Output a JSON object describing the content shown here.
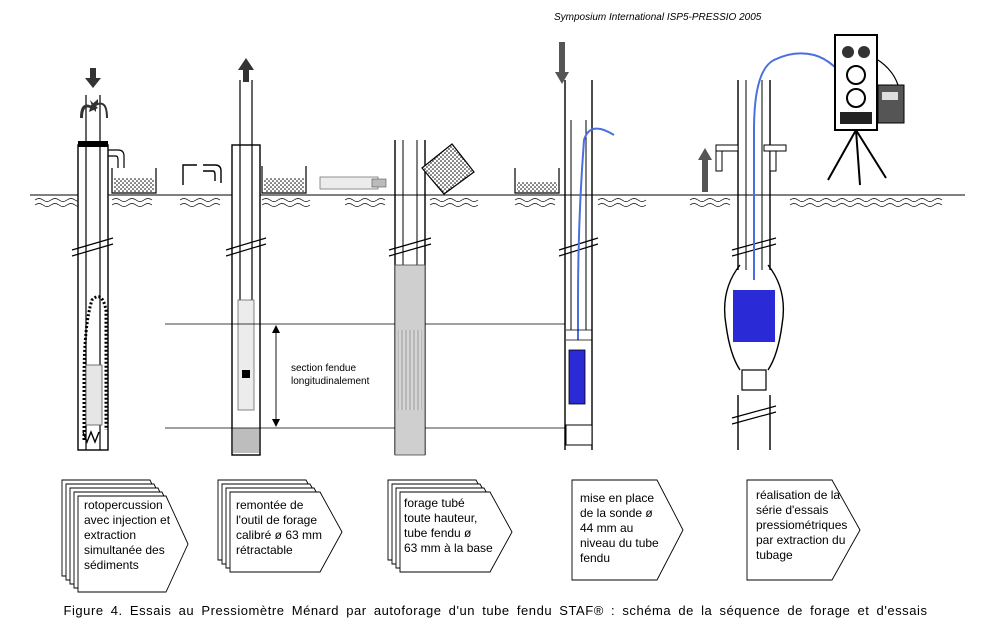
{
  "header": "Symposium International ISP5-PRESSIO 2005",
  "annotation": [
    "section fendue",
    "longitudinalement"
  ],
  "steps": [
    {
      "lines": [
        "rotopercussion",
        "avec injection et",
        "extraction",
        "simultanée des",
        "sédiments"
      ]
    },
    {
      "lines": [
        "remontée de",
        "l'outil de forage",
        "calibré ø 63 mm",
        "rétractable"
      ]
    },
    {
      "lines": [
        "forage tubé",
        "toute hauteur,",
        "tube fendu ø",
        "63 mm à la base"
      ]
    },
    {
      "lines": [
        "mise en place",
        "de la sonde ø",
        "44 mm au",
        "niveau du tube",
        "fendu"
      ]
    },
    {
      "lines": [
        "réalisation de la",
        "série d'essais",
        "pressiométriques",
        "par extraction du",
        "tubage"
      ]
    }
  ],
  "caption": "Figure 4. Essais au Pressiomètre Ménard par autoforage d'un tube fendu STAF® : schéma de la séquence de forage et d'essais",
  "colors": {
    "probe": "#2a2ad6",
    "cable": "#4a6fe0",
    "line": "#000000",
    "tube_fill": "#cfcfcf"
  },
  "icons": [
    "arrow-down-icon",
    "arrow-up-icon",
    "rotation-arrow-icon",
    "bucket-icon",
    "pipe-outlet-icon",
    "drill-tool-icon",
    "pressuremeter-unit-icon"
  ]
}
